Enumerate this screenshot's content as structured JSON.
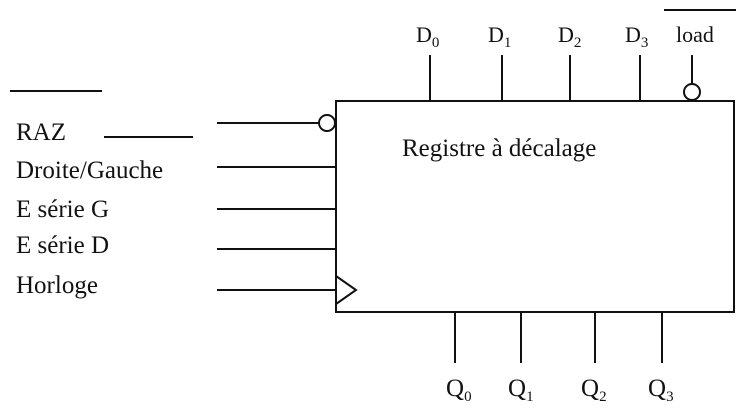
{
  "block": {
    "title": "Registre à décalage"
  },
  "inputs": [
    {
      "label": "RAZ",
      "inverted": true
    },
    {
      "label": "Droite/Gauche",
      "inverted": false
    },
    {
      "label": "E série G",
      "inverted": false
    },
    {
      "label": "E série D",
      "inverted": false
    },
    {
      "label": "Horloge",
      "clock": true
    }
  ],
  "data_inputs": [
    {
      "base": "D",
      "sub": "0"
    },
    {
      "base": "D",
      "sub": "1"
    },
    {
      "base": "D",
      "sub": "2"
    },
    {
      "base": "D",
      "sub": "3"
    }
  ],
  "load": {
    "label": "load",
    "inverted": true
  },
  "outputs": [
    {
      "base": "Q",
      "sub": "0"
    },
    {
      "base": "Q",
      "sub": "1"
    },
    {
      "base": "Q",
      "sub": "2"
    },
    {
      "base": "Q",
      "sub": "3"
    }
  ]
}
